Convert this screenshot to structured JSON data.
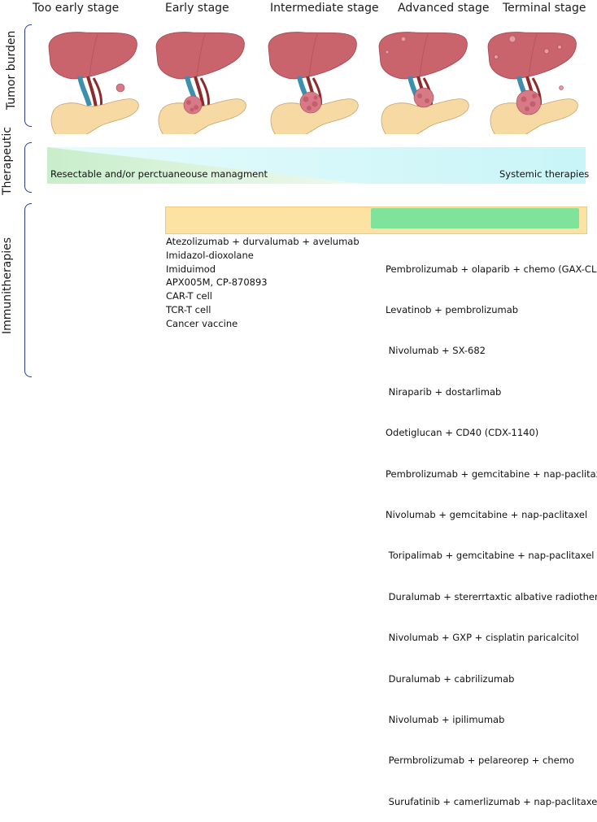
{
  "stages": [
    "Too early stage",
    "Early stage",
    "Intermediate stage",
    "Advanced stage",
    "Terminal stage"
  ],
  "rows": {
    "tumor_burden": "Tumor burden",
    "therapeutic": "Therapeutic",
    "immunotherapies": "Immunitherapies"
  },
  "therapeutic": {
    "left": "Resectable and/or perctuaneouse managment",
    "right": "Systemic therapies"
  },
  "colors": {
    "bracket": "#2b3f8f",
    "liver": "#c9636c",
    "pancreas": "#f6d9a3",
    "tumor": "#d87a86",
    "green_bar": "#7fe39b",
    "yellow_bar": "#fde3a3",
    "teal_band": "#c9f5f8",
    "green_band": "#d6f2d6"
  },
  "early_list": [
    "Atezolizumab + durvalumab + avelumab",
    "Imidazol-dioxolane",
    "Imiduimod",
    "APX005M, CP-870893",
    "CAR-T cell",
    "TCR-T cell",
    "Cancer vaccine"
  ],
  "advanced_list": [
    "Pembrolizumab + olaparib + chemo (GAX-CL)",
    "Levatinob + pembrolizumab",
    " Nivolumab + SX-682",
    " Niraparib + dostarlimab",
    "Odetiglucan + CD40 (CDX-1140)",
    "Pembrolizumab + gemcitabine + nap-paclitaxel",
    "Nivolumab + gemcitabine + nap-paclitaxel",
    " Toripalimab + gemcitabine + nap-paclitaxel",
    " Duralumab + stererrtaxtic albative radiotherapy",
    " Nivolumab + GXP + cisplatin paricalcitol",
    " Duralumab + cabrilizumab",
    " Nivolumab + ipilimumab",
    " Permbrolizumab + pelareorep + chemo",
    " Surufatinib + camerlizumab + nap-paclitaxel"
  ]
}
